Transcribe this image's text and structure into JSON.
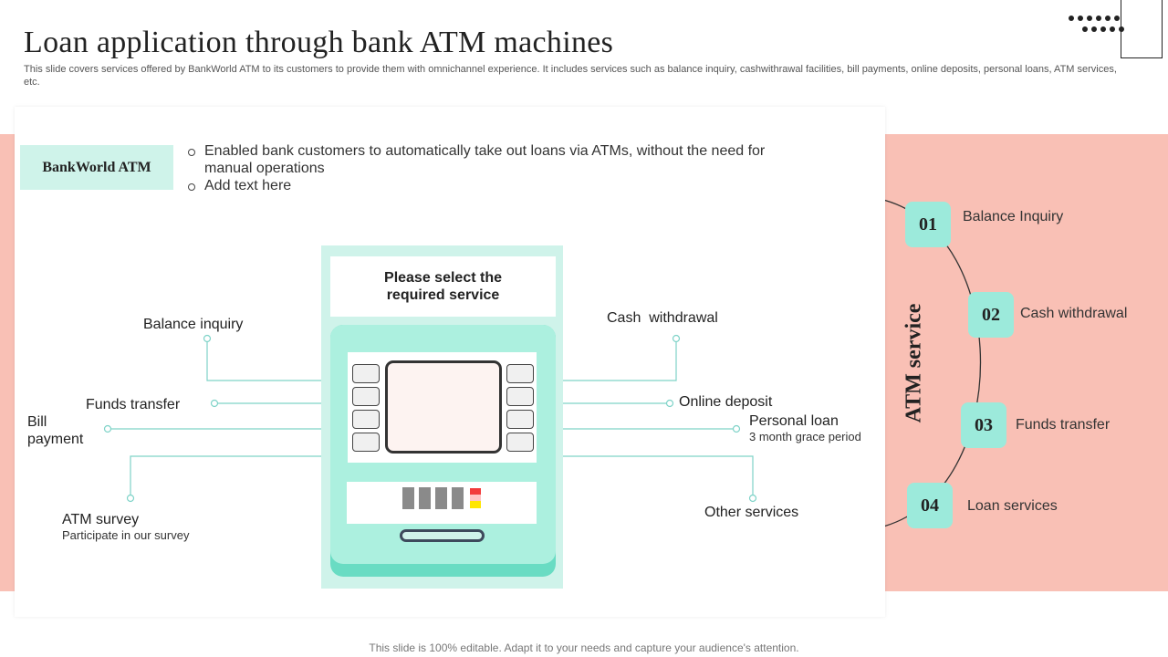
{
  "header": {
    "title": "Loan application through bank ATM machines",
    "subtitle": "This slide covers services offered by BankWorld ATM to its customers to provide them with omnichannel experience. It includes services such as balance inquiry, cashwithrawal facilities, bill payments, online deposits, personal loans, ATM services, etc."
  },
  "intro": {
    "badge": "BankWorld ATM",
    "bullets": [
      "Enabled bank customers to automatically take out loans via ATMs, without the need for manual operations",
      "Add text here"
    ]
  },
  "atm": {
    "prompt": "Please select the required service"
  },
  "left_options": {
    "balance_inquiry": "Balance inquiry",
    "funds_transfer": "Funds transfer",
    "bill_payment": "Bill payment",
    "atm_survey": "ATM survey",
    "atm_survey_sub": "Participate in our survey"
  },
  "right_options": {
    "cash_withdrawal": "Cash  withdrawal",
    "online_deposit": "Online deposit",
    "personal_loan": "Personal loan",
    "personal_loan_sub": "3 month grace period",
    "other_services": "Other services"
  },
  "atm_service_panel": {
    "title": "ATM service",
    "items": [
      {
        "number": "01",
        "label": "Balance Inquiry"
      },
      {
        "number": "02",
        "label": "Cash withdrawal"
      },
      {
        "number": "03",
        "label": "Funds transfer"
      },
      {
        "number": "04",
        "label": "Loan services"
      }
    ]
  },
  "footer": {
    "note": "This slide is 100% editable. Adapt it to your needs and capture your audience's attention."
  },
  "colors": {
    "accent_pink": "#f9c0b5",
    "accent_mint": "#cff3ea",
    "mint_medium": "#9ceadb",
    "mint_dark": "#69dcc3",
    "connector": "#7fd3c8"
  }
}
